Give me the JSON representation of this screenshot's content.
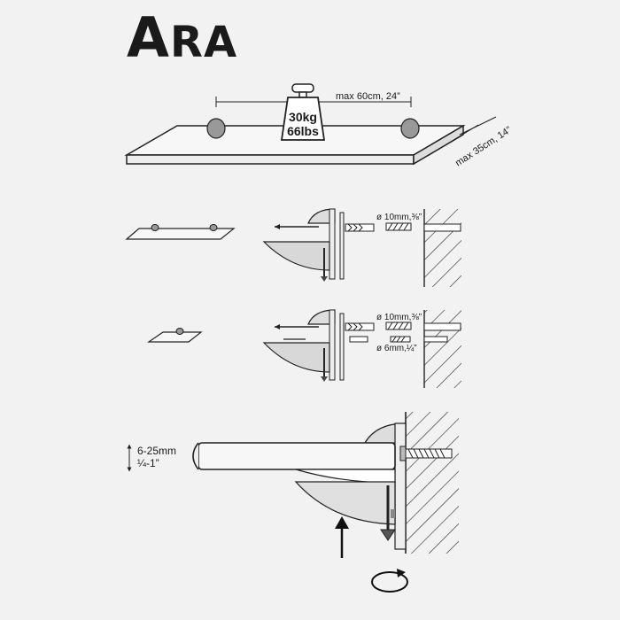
{
  "title": {
    "first": "A",
    "rest": "RA"
  },
  "weight": {
    "kg": "30kg",
    "lbs": "66lbs"
  },
  "dims": {
    "width": "max 60cm, 24”",
    "depth": "max 35cm, 14”"
  },
  "mount1": {
    "drill": "ø 10mm,⅜”"
  },
  "mount2": {
    "drill_large": "ø 10mm,⅜”",
    "drill_small": "ø 6mm,¼”"
  },
  "thickness": {
    "metric": "6-25mm",
    "imperial": "¼-1”"
  }
}
